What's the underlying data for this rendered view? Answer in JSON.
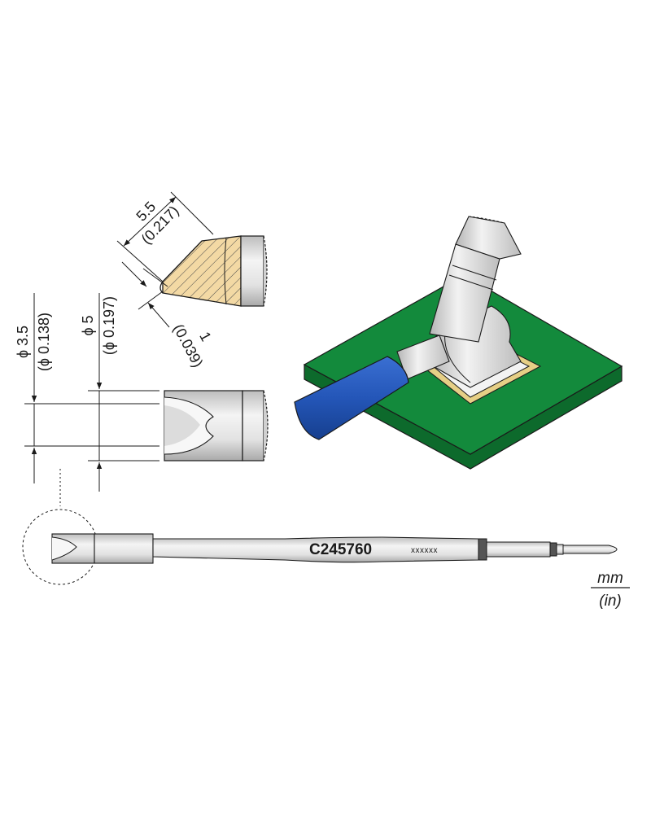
{
  "diagram": {
    "part_number": "C245760",
    "marking": "xxxxxx",
    "dimensions": {
      "tip_length": {
        "mm": "5.5",
        "in": "(0.217)"
      },
      "bevel": {
        "mm": "1",
        "in": "(0.039)"
      },
      "inner_diameter": {
        "mm": "ϕ 3.5",
        "in": "(ϕ 0.138)"
      },
      "outer_diameter": {
        "mm": "ϕ 5",
        "in": "(ϕ 0.197)"
      }
    },
    "units": {
      "primary": "mm",
      "secondary": "(in)"
    },
    "colors": {
      "pcb_green": "#138a3c",
      "pcb_edge": "#0d6a2c",
      "metal_light": "#e8e8e8",
      "metal_mid": "#c4c4c4",
      "hatch_fill": "#f3d9a4",
      "handle_blue": "#2456b8",
      "chip_pad": "#e6cf86"
    }
  }
}
